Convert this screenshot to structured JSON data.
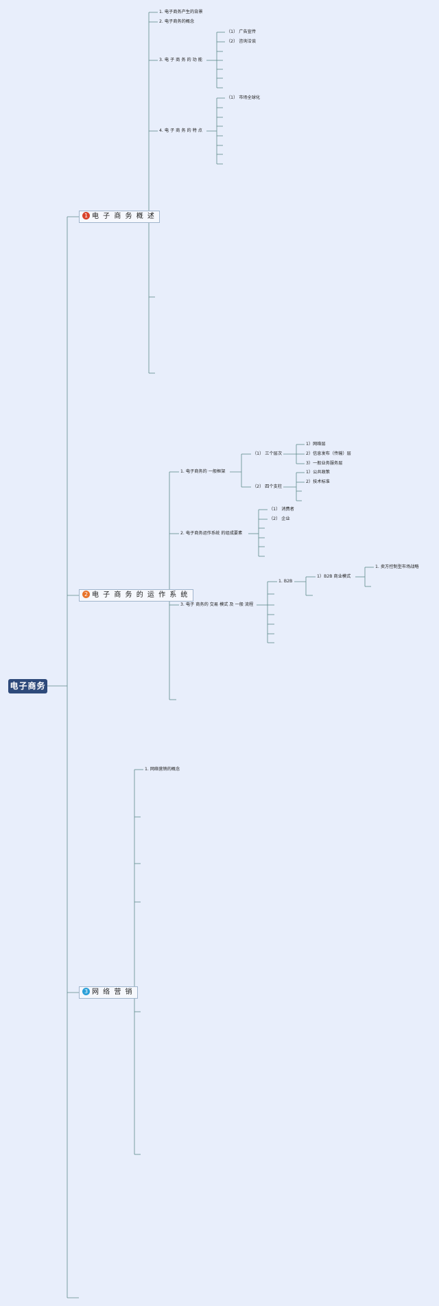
{
  "root": {
    "label": "电子商务"
  },
  "branches": [
    {
      "number": "1",
      "label": "电 子 商 务 概 述",
      "badge_color": "#d9432b"
    },
    {
      "number": "2",
      "label": "电 子 商 务 的 运 作 系 统",
      "badge_color": "#e8742c"
    },
    {
      "number": "3",
      "label": "网 络 营 销",
      "badge_color": "#2a9fd8"
    }
  ],
  "topics": {
    "b1_background": "1. 电子商务产生的背景",
    "b1_concept": "2. 电子商务的概念",
    "b1_function": "3. 电 子 商 务 的 功 能",
    "b1_function_ad": "（1） 广告宣传",
    "b1_function_consult": "（2） 咨询洽谈",
    "b1_feature": "4. 电 子 商 务 的 特 点",
    "b1_feature_global": "（1） 市场全球化",
    "b2_framework": "1. 电子商务的 一般框架",
    "b2_three_levels": "（1） 三个层次",
    "b2_network_layer": "1）网络层",
    "b2_info_layer": "2）信息发布（传输）层",
    "b2_service_layer": "3）一般业务服务层",
    "b2_four_pillars": "（2） 四个支柱",
    "b2_public_policy": "1）公共政策",
    "b2_tech_standard": "2）技术标准",
    "b2_elements": "2. 电子商务运作系统 的组成要素",
    "b2_consumer": "（1） 消费者",
    "b2_enterprise": "（2） 企业",
    "b2_transaction": "3. 电子 商务的 交易 模式 及 一般 流程",
    "b2_b2b": "1. B2B",
    "b2_b2b_model": "1）B2B 商业模式",
    "b2_seller_market": "1. 卖方控制型市场战略",
    "b3_concept": "1. 网络营销的概念"
  }
}
